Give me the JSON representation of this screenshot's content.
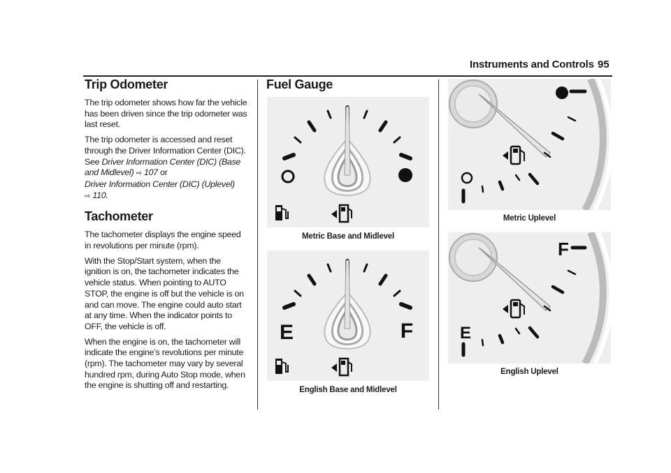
{
  "header": {
    "section_title": "Instruments and Controls",
    "page_number": "95"
  },
  "trip_odometer": {
    "heading": "Trip Odometer",
    "p1": "The trip odometer shows how far the vehicle has been driven since the trip odometer was last reset.",
    "p2_text": "The trip odometer is accessed and reset through the Driver Information Center (DIC). See ",
    "p2_link1": "Driver Information Center (DIC) (Base and Midlevel)",
    "p2_ref1": "107",
    "p2_or": " or",
    "p2_link2": "Driver Information Center (DIC) (Uplevel)",
    "p2_ref2": "110."
  },
  "tachometer": {
    "heading": "Tachometer",
    "p1": "The tachometer displays the engine speed in revolutions per minute (rpm).",
    "p2": "With the Stop/Start system, when the ignition is on, the tachometer indicates the vehicle status. When pointing to AUTO STOP, the engine is off but the vehicle is on and can move. The engine could auto start at any time. When the indicator points to OFF, the vehicle is off.",
    "p3": "When the engine is on, the tachometer will indicate the engine’s revolutions per minute (rpm). The tachometer may vary by several hundred rpm, during Auto Stop mode, when the engine is shutting off and restarting."
  },
  "fuel_gauge": {
    "heading": "Fuel Gauge",
    "figures": [
      {
        "caption": "Metric Base and Midlevel",
        "left_label": "",
        "right_label": ""
      },
      {
        "caption": "English Base and Midlevel",
        "left_label": "E",
        "right_label": "F"
      },
      {
        "caption": "Metric Uplevel",
        "low_label": "",
        "high_label": ""
      },
      {
        "caption": "English Uplevel",
        "low_label": "E",
        "high_label": "F"
      }
    ]
  },
  "cross_ref_symbol": "⇨",
  "icons": [
    "fuel-pump-icon",
    "fuel-door-arrow-icon",
    "empty-circle-icon",
    "full-circle-icon"
  ]
}
